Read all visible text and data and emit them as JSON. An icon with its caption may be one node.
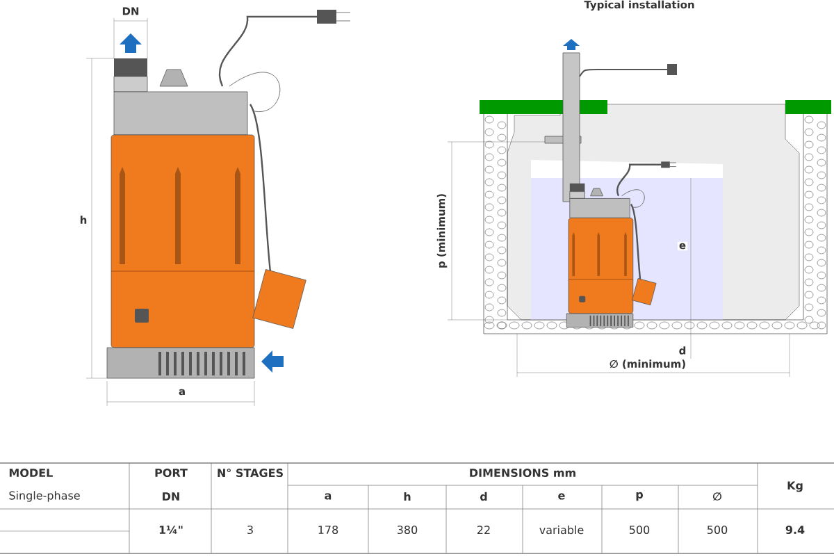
{
  "diagram": {
    "labels": [
      "DN",
      "h",
      "a",
      "Typical installation",
      "p (minimum)",
      "e",
      "d",
      "∅ (minimum)",
      "MODEL",
      "PORT",
      "N° STAGES",
      "DIMENSIONS mm",
      "Kg",
      "Single-phase",
      "DN",
      "a",
      "h",
      "d",
      "e",
      "p",
      "∅",
      "1¼\"",
      "3",
      "178",
      "380",
      "22",
      "variable",
      "500",
      "500",
      "9.4"
    ]
  }
}
